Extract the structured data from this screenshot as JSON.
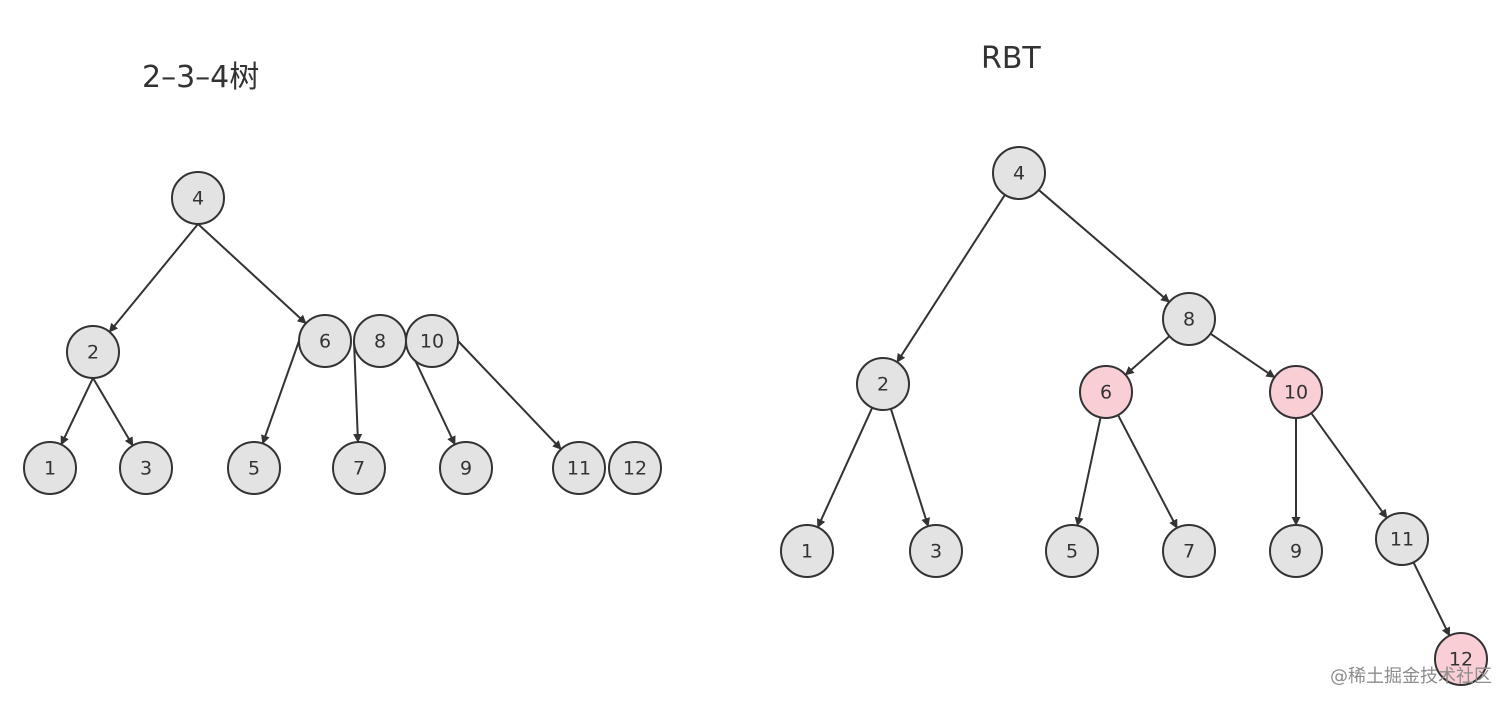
{
  "titles": {
    "left": "2–3–4树",
    "right": "RBT"
  },
  "watermark": "@稀土掘金技术社区",
  "colors": {
    "node_fill": "#e3e3e3",
    "red_node_fill": "#f9cfd5",
    "stroke": "#333333"
  },
  "tree_234": {
    "nodes": [
      {
        "id": "4",
        "label": "4"
      },
      {
        "id": "2",
        "label": "2"
      },
      {
        "id": "6",
        "label": "6"
      },
      {
        "id": "8",
        "label": "8"
      },
      {
        "id": "10",
        "label": "10"
      },
      {
        "id": "1",
        "label": "1"
      },
      {
        "id": "3",
        "label": "3"
      },
      {
        "id": "5",
        "label": "5"
      },
      {
        "id": "7",
        "label": "7"
      },
      {
        "id": "9",
        "label": "9"
      },
      {
        "id": "11",
        "label": "11"
      },
      {
        "id": "12",
        "label": "12"
      }
    ],
    "edges": [
      [
        "4",
        "2"
      ],
      [
        "4",
        "6"
      ],
      [
        "2",
        "1"
      ],
      [
        "2",
        "3"
      ],
      [
        "6",
        "5"
      ],
      [
        "8",
        "7"
      ],
      [
        "10",
        "9"
      ],
      [
        "10",
        "11"
      ]
    ]
  },
  "tree_rbt": {
    "nodes": [
      {
        "id": "4",
        "label": "4",
        "color": "black"
      },
      {
        "id": "8",
        "label": "8",
        "color": "black"
      },
      {
        "id": "2",
        "label": "2",
        "color": "black"
      },
      {
        "id": "6",
        "label": "6",
        "color": "red"
      },
      {
        "id": "10",
        "label": "10",
        "color": "red"
      },
      {
        "id": "1",
        "label": "1",
        "color": "black"
      },
      {
        "id": "3",
        "label": "3",
        "color": "black"
      },
      {
        "id": "5",
        "label": "5",
        "color": "black"
      },
      {
        "id": "7",
        "label": "7",
        "color": "black"
      },
      {
        "id": "9",
        "label": "9",
        "color": "black"
      },
      {
        "id": "11",
        "label": "11",
        "color": "black"
      },
      {
        "id": "12",
        "label": "12",
        "color": "red"
      }
    ],
    "edges": [
      [
        "4",
        "2"
      ],
      [
        "4",
        "8"
      ],
      [
        "8",
        "6"
      ],
      [
        "8",
        "10"
      ],
      [
        "2",
        "1"
      ],
      [
        "2",
        "3"
      ],
      [
        "6",
        "5"
      ],
      [
        "6",
        "7"
      ],
      [
        "10",
        "9"
      ],
      [
        "10",
        "11"
      ],
      [
        "11",
        "12"
      ]
    ]
  }
}
